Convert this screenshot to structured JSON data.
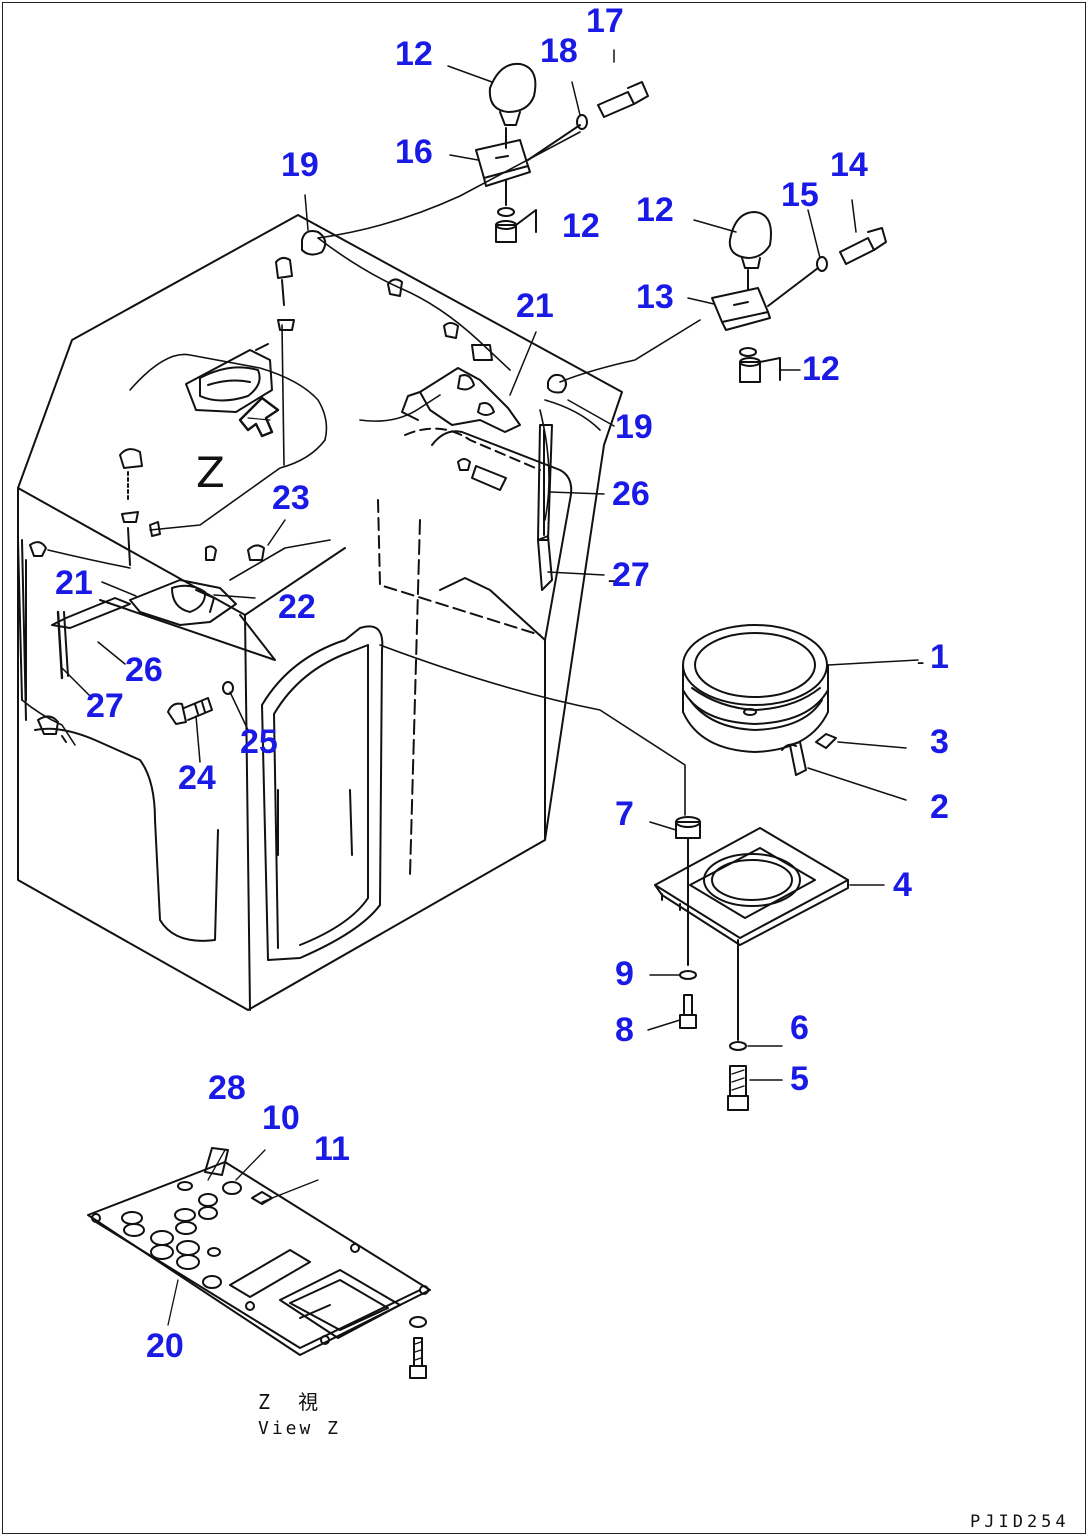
{
  "labels": {
    "l1": "1",
    "l2": "2",
    "l3": "3",
    "l4": "4",
    "l5": "5",
    "l6": "6",
    "l7": "7",
    "l8": "8",
    "l9": "9",
    "l10": "10",
    "l11": "11",
    "l12a": "12",
    "l12b": "12",
    "l12c": "12",
    "l12d": "12",
    "l13": "13",
    "l14": "14",
    "l15": "15",
    "l16": "16",
    "l17": "17",
    "l18": "18",
    "l19a": "19",
    "l19b": "19",
    "l20": "20",
    "l21a": "21",
    "l21b": "21",
    "l22": "22",
    "l23": "23",
    "l24": "24",
    "l25": "25",
    "l26a": "26",
    "l26b": "26",
    "l27a": "27",
    "l27b": "27",
    "l28": "28"
  },
  "view_marker": "Z",
  "view_caption_jp": "Z 視",
  "view_caption_en": "View Z",
  "drawing_code": "PJID254"
}
